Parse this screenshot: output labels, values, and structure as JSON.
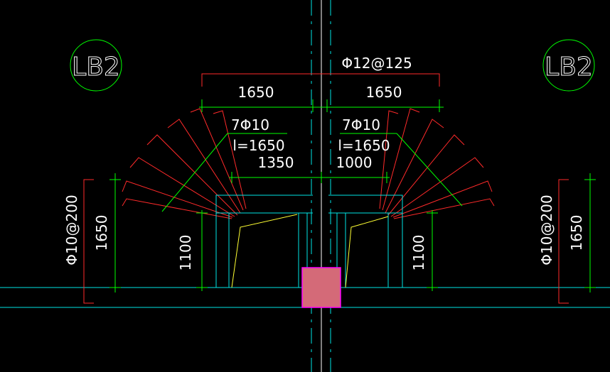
{
  "colors": {
    "background": "#000000",
    "white": "#ffffff",
    "cyan": "#00e5e5",
    "green": "#00ff00",
    "red": "#ff2a2a",
    "yellow": "#ffff33",
    "column_fill": "#d46a78",
    "column_stroke": "#ff00ff"
  },
  "labels": {
    "slab_left": "LB2",
    "slab_right": "LB2",
    "top_rebar": "Φ12@125",
    "span_left": "1650",
    "span_right": "1650",
    "rebar_count_left": "7Φ10",
    "rebar_len_left": "l=1650",
    "rebar_count_right": "7Φ10",
    "rebar_len_right": "l=1650",
    "dim_1350": "1350",
    "dim_1000": "1000",
    "side_rebar_left": "Φ10@200",
    "side_dim_left": "1650",
    "side_rebar_right": "Φ10@200",
    "side_dim_right": "1650",
    "height_left": "1100",
    "height_right": "1100"
  }
}
